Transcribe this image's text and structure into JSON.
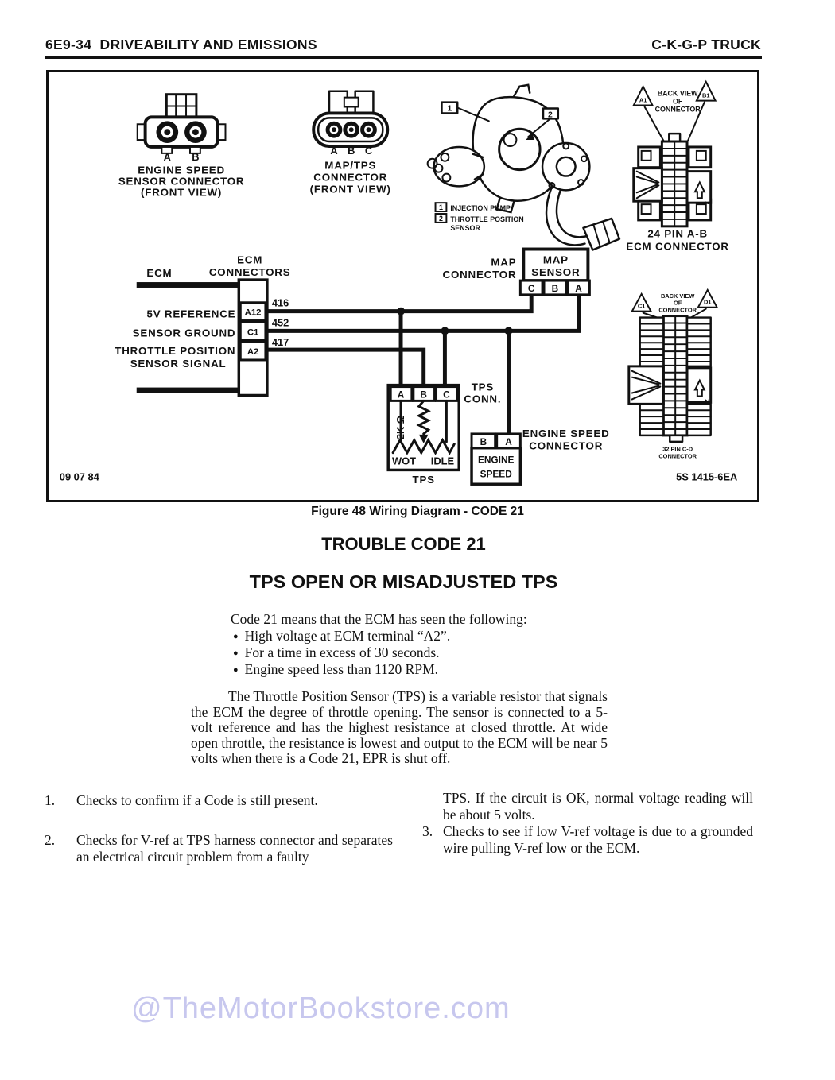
{
  "header": {
    "left": "6E9-34  DRIVEABILITY AND EMISSIONS",
    "right": "C-K-G-P TRUCK"
  },
  "figure": {
    "caption": "Figure 48 Wiring Diagram - CODE 21",
    "date_code": "09 07 84",
    "part_code": "5S 1415-6EA",
    "engine_speed_connector_front": {
      "pin_a": "A",
      "pin_b": "B",
      "label1": "ENGINE SPEED",
      "label2": "SENSOR CONNECTOR",
      "label3": "(FRONT VIEW)"
    },
    "map_tps_connector_front": {
      "pin_a": "A",
      "pin_b": "B",
      "pin_c": "C",
      "label1": "MAP/TPS",
      "label2": "CONNECTOR",
      "label3": "(FRONT VIEW)"
    },
    "pump": {
      "callout1": "1",
      "callout2": "2",
      "legend1_num": "1",
      "legend1": "INJECTION PUMP",
      "legend2_num": "2",
      "legend2": "THROTTLE POSITION",
      "legend2b": "SENSOR"
    },
    "connector24": {
      "back1": "BACK VIEW",
      "back2": "OF",
      "back3": "CONNECTOR",
      "tri_left": "A1",
      "tri_right": "B1",
      "label1": "24 PIN A-B",
      "label2": "ECM CONNECTOR"
    },
    "connector32": {
      "back1": "BACK VIEW",
      "back2": "OF",
      "back3": "CONNECTOR",
      "tri_left": "C1",
      "tri_right": "D1",
      "label1": "32 PIN C-D",
      "label2": "CONNECTOR"
    },
    "ecm": {
      "label": "ECM",
      "connectors_label1": "ECM",
      "connectors_label2": "CONNECTORS",
      "rows": [
        {
          "signal": "5V REFERENCE",
          "pin": "A12",
          "wire": "416"
        },
        {
          "signal": "SENSOR GROUND",
          "pin": "C1",
          "wire": "452"
        },
        {
          "signal": "THROTTLE POSITION",
          "signal2": "SENSOR SIGNAL",
          "pin": "A2",
          "wire": "417"
        }
      ]
    },
    "map_sensor": {
      "connector_label1": "MAP",
      "connector_label2": "CONNECTOR",
      "box1": "MAP",
      "box2": "SENSOR",
      "pins": [
        "C",
        "B",
        "A"
      ]
    },
    "tps": {
      "pins": [
        "A",
        "B",
        "C"
      ],
      "resistance": "2K Ω",
      "wot": "WOT",
      "idle": "IDLE",
      "name": "TPS",
      "conn_label1": "TPS",
      "conn_label2": "CONN."
    },
    "engine_speed": {
      "pins": [
        "B",
        "A"
      ],
      "box1": "ENGINE",
      "box2": "SPEED",
      "conn_label1": "ENGINE SPEED",
      "conn_label2": "CONNECTOR"
    }
  },
  "body": {
    "title": "TROUBLE CODE 21",
    "subtitle": "TPS OPEN OR MISADJUSTED TPS",
    "intro": "Code 21 means that the ECM has seen the following:",
    "bullets": [
      "High voltage at ECM terminal “A2”.",
      "For a time in excess of 30 seconds.",
      "Engine speed less than 1120 RPM."
    ],
    "paragraph": "The Throttle Position Sensor (TPS) is a variable resistor that signals the ECM the degree of throttle opening. The sensor is connected to a 5-volt reference and has the highest resistance at closed throttle. At wide open throttle, the resistance is lowest and output to the ECM will be near 5 volts when there is a Code 21, EPR is shut off.",
    "checks": {
      "left": [
        {
          "num": "1.",
          "text": "Checks to confirm if a Code is still present."
        },
        {
          "num": "2.",
          "text": "Checks for V-ref at TPS harness connector and separates an electrical circuit problem from a faulty"
        }
      ],
      "right": [
        {
          "num": "",
          "text": "TPS. If the circuit is OK, normal voltage reading will be about 5 volts."
        },
        {
          "num": "3.",
          "text": "Checks to see if low V-ref voltage is due to a grounded wire pulling V-ref low or the ECM."
        }
      ]
    }
  },
  "watermark": {
    "text": "@TheMotorBookstore.com",
    "color": "#c7c7ee"
  }
}
